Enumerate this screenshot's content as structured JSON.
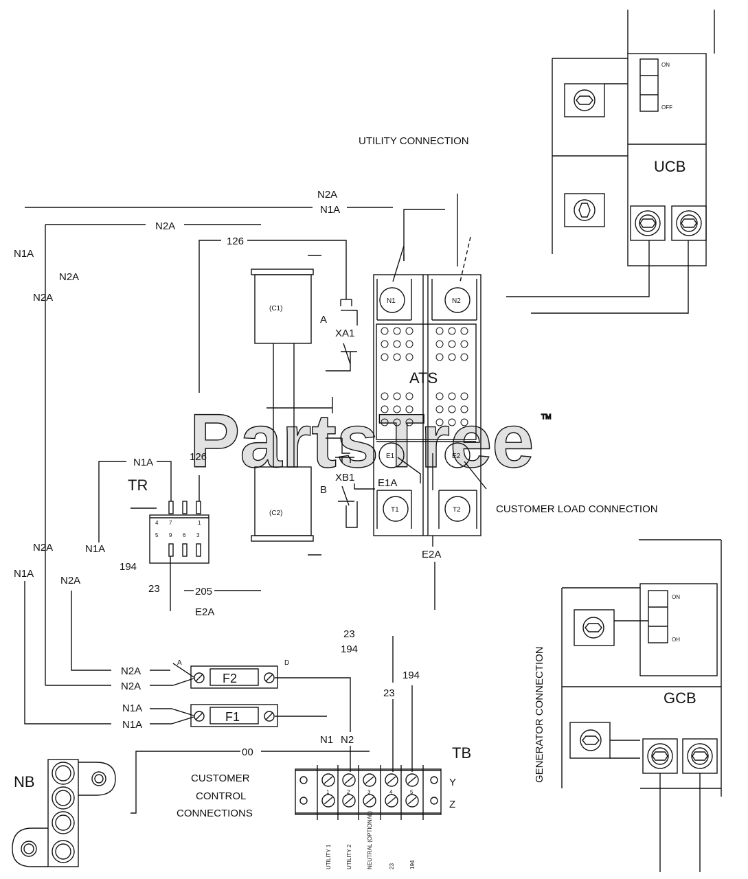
{
  "watermark": {
    "text": "PartsTree",
    "tm": "TM"
  },
  "sections": {
    "utility_connection": "UTILITY CONNECTION",
    "customer_load_connection": "CUSTOMER LOAD CONNECTION",
    "generator_connection": "GENERATOR CONNECTION",
    "customer_control_connections": [
      "CUSTOMER",
      "CONTROL",
      "CONNECTIONS"
    ]
  },
  "components": {
    "ucb": "UCB",
    "gcb": "GCB",
    "ats": "ATS",
    "tr": "TR",
    "tb": "TB",
    "nb": "NB",
    "c1": "(C1)",
    "c2": "(C2)",
    "xa1": "XA1",
    "xb1": "XB1",
    "a": "A",
    "b": "B",
    "f1": "F1",
    "f2": "F2",
    "n1": "N1",
    "n2": "N2",
    "e1": "E1",
    "e2": "E2",
    "t1": "T1",
    "t2": "T2"
  },
  "breaker_states": {
    "on": "ON",
    "off": "OFF",
    "off_gcb": "OH"
  },
  "wires": {
    "n2a": "N2A",
    "n1a": "N1A",
    "w126": "126",
    "w194": "194",
    "w23": "23",
    "w205": "205",
    "e2a": "E2A",
    "e1a": "E1A",
    "w00": "00",
    "n1": "N1",
    "n2": "N2",
    "fuse_a": "A",
    "fuse_d": "D"
  },
  "tr_pins": {
    "p4": "4",
    "p7": "7",
    "p1": "1",
    "p5": "5",
    "p9": "9",
    "p6": "6",
    "p3": "3"
  },
  "tb": {
    "row_y": "Y",
    "row_z": "Z",
    "terminals": [
      "1",
      "2",
      "3",
      "4",
      "5"
    ],
    "bottom_labels": [
      "UTILITY 1",
      "UTILITY 2",
      "NEUTRAL (OPTIONAL)",
      "23",
      "194"
    ]
  }
}
